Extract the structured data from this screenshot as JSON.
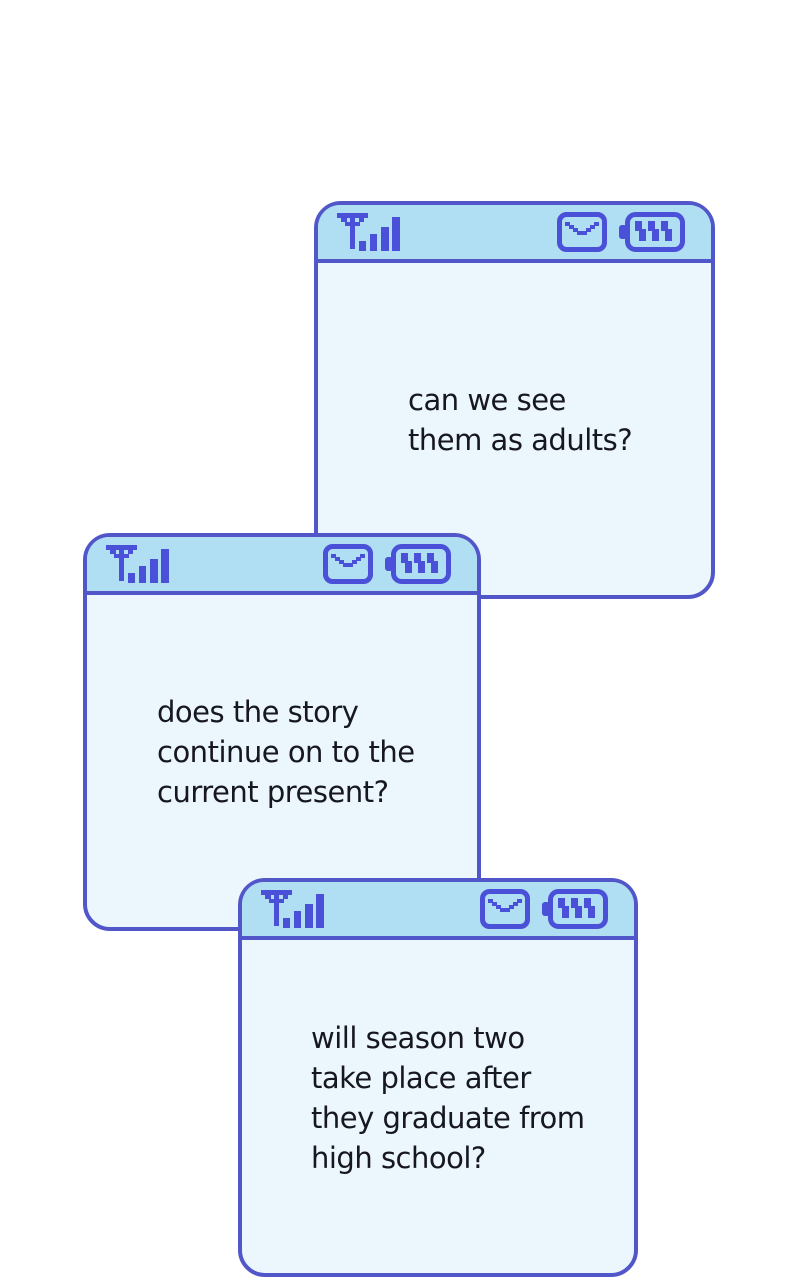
{
  "page": {
    "background": "#ffffff"
  },
  "colors": {
    "window_border": "#5156c9",
    "header_bg": "#b0dff4",
    "body_bg": "#ebf6fd",
    "icon": "#4b50d8",
    "text": "#17171f"
  },
  "status_bar_icons": [
    "signal-strength-icon",
    "envelope-icon",
    "battery-icon"
  ],
  "windows": [
    {
      "name": "message-window-1",
      "message": "can we see\nthem as adults?"
    },
    {
      "name": "message-window-2",
      "message": "does the story\ncontinue on to the\ncurrent present?"
    },
    {
      "name": "message-window-3",
      "message": "will season two\ntake place after\nthey graduate from\nhigh school?"
    }
  ]
}
